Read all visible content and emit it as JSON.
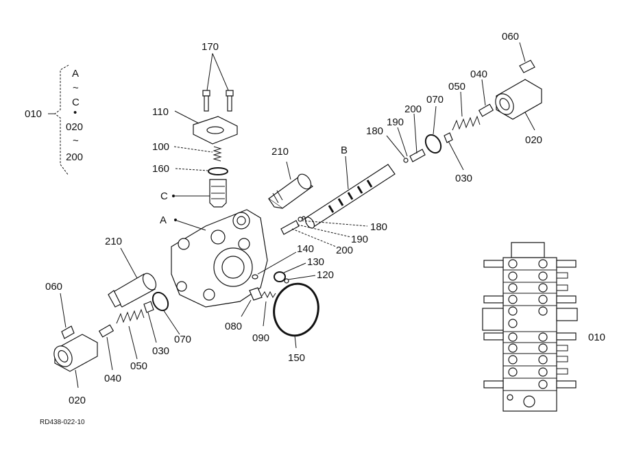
{
  "diagram": {
    "footer_code": "RD438-022-10",
    "group": {
      "label": "010",
      "range": [
        "A",
        "~",
        "C",
        "•",
        "020",
        "~",
        "200"
      ]
    },
    "callouts": {
      "c170": "170",
      "c110": "110",
      "c100": "100",
      "c160": "160",
      "cC": "C",
      "cA": "A",
      "c210a": "210",
      "cB": "B",
      "c180a": "180",
      "c190a": "190",
      "c200a": "200",
      "c070a": "070",
      "c060a": "060",
      "c040a": "040",
      "c050a": "050",
      "c020a": "020",
      "c030a": "030",
      "c180b": "180",
      "c190b": "190",
      "c200b": "200",
      "c140": "140",
      "c130": "130",
      "c120": "120",
      "c210b": "210",
      "c060b": "060",
      "c080": "080",
      "c090": "090",
      "c150": "150",
      "c070b": "070",
      "c030b": "030",
      "c050b": "050",
      "c040b": "040",
      "c020b": "020",
      "c010": "010"
    }
  }
}
